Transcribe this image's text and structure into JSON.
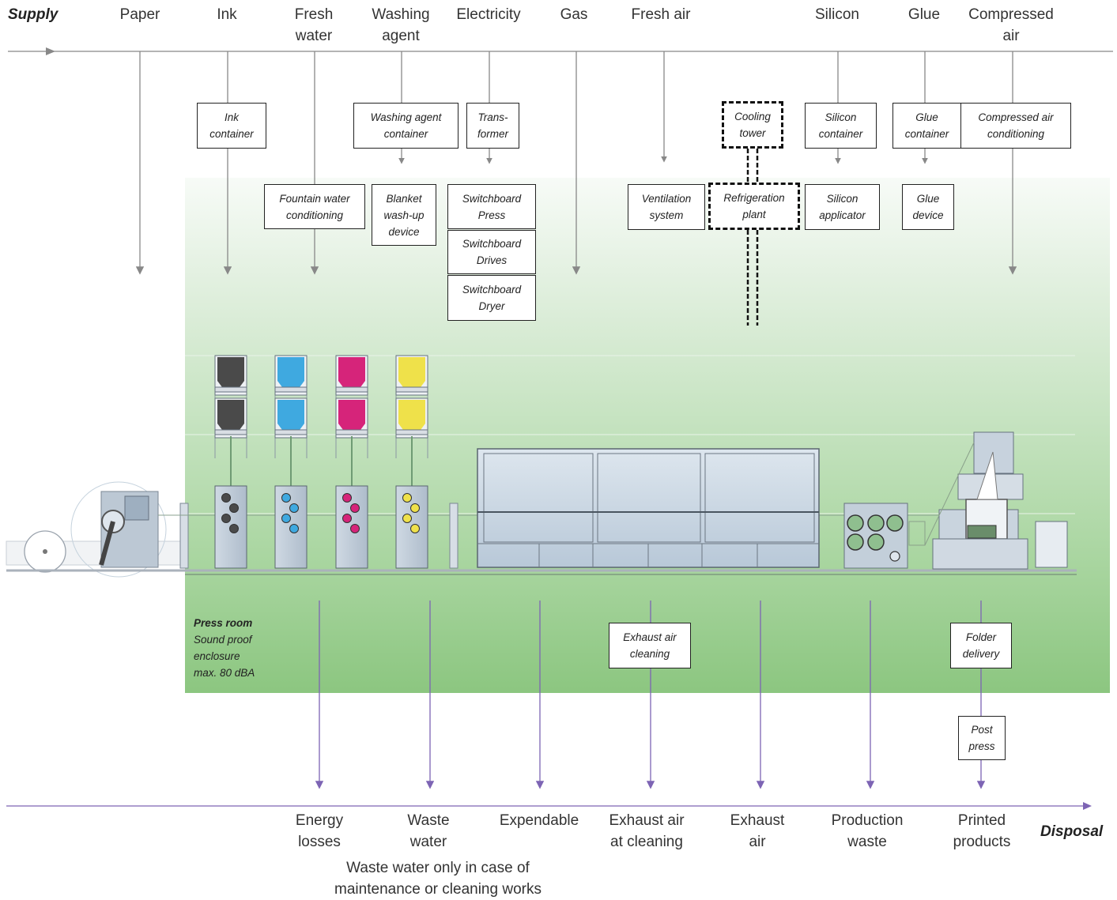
{
  "supply": {
    "axis_label": "Supply",
    "items": [
      {
        "label": "Paper"
      },
      {
        "label": "Ink"
      },
      {
        "label": "Fresh\nwater"
      },
      {
        "label": "Washing\nagent"
      },
      {
        "label": "Electricity"
      },
      {
        "label": "Gas"
      },
      {
        "label": "Fresh air"
      },
      {
        "label": "Silicon"
      },
      {
        "label": "Glue"
      },
      {
        "label": "Compressed\nair"
      }
    ]
  },
  "equipment": {
    "ink_container": "Ink\ncontainer",
    "washing_agent_container": "Washing agent\ncontainer",
    "transformer": "Trans-\nformer",
    "cooling_tower": "Cooling\ntower",
    "silicon_container": "Silicon\ncontainer",
    "glue_container": "Glue\ncontainer",
    "compressed_air_conditioning": "Compressed air\nconditioning",
    "fountain_water_conditioning": "Fountain water\nconditioning",
    "blanket_wash_up_device": "Blanket\nwash-up\ndevice",
    "switchboard_press": "Switchboard\nPress",
    "switchboard_drives": "Switchboard\nDrives",
    "switchboard_dryer": "Switchboard\nDryer",
    "ventilation_system": "Ventilation\nsystem",
    "refrigeration_plant": "Refrigeration\nplant",
    "silicon_applicator": "Silicon\napplicator",
    "glue_device": "Glue\ndevice",
    "exhaust_air_cleaning": "Exhaust air\ncleaning",
    "folder_delivery": "Folder\ndelivery",
    "post_press": "Post\npress"
  },
  "press_room": {
    "title": "Press room",
    "details": "Sound proof\nenclosure\nmax. 80 dBA"
  },
  "disposal": {
    "axis_label": "Disposal",
    "items": [
      {
        "label": "Energy\nlosses"
      },
      {
        "label": "Waste\nwater"
      },
      {
        "label": "Expendable"
      },
      {
        "label": "Exhaust air\nat cleaning"
      },
      {
        "label": "Exhaust\nair"
      },
      {
        "label": "Production\nwaste"
      },
      {
        "label": "Printed\nproducts"
      }
    ],
    "footnote": "Waste water only in case of\nmaintenance or cleaning works"
  },
  "colors": {
    "supply_line": "#888888",
    "disposal_line": "#7d64b4",
    "ink_black": "#4a4a4a",
    "ink_cyan": "#3fa9e0",
    "ink_magenta": "#d6247a",
    "ink_yellow": "#efe14a"
  }
}
